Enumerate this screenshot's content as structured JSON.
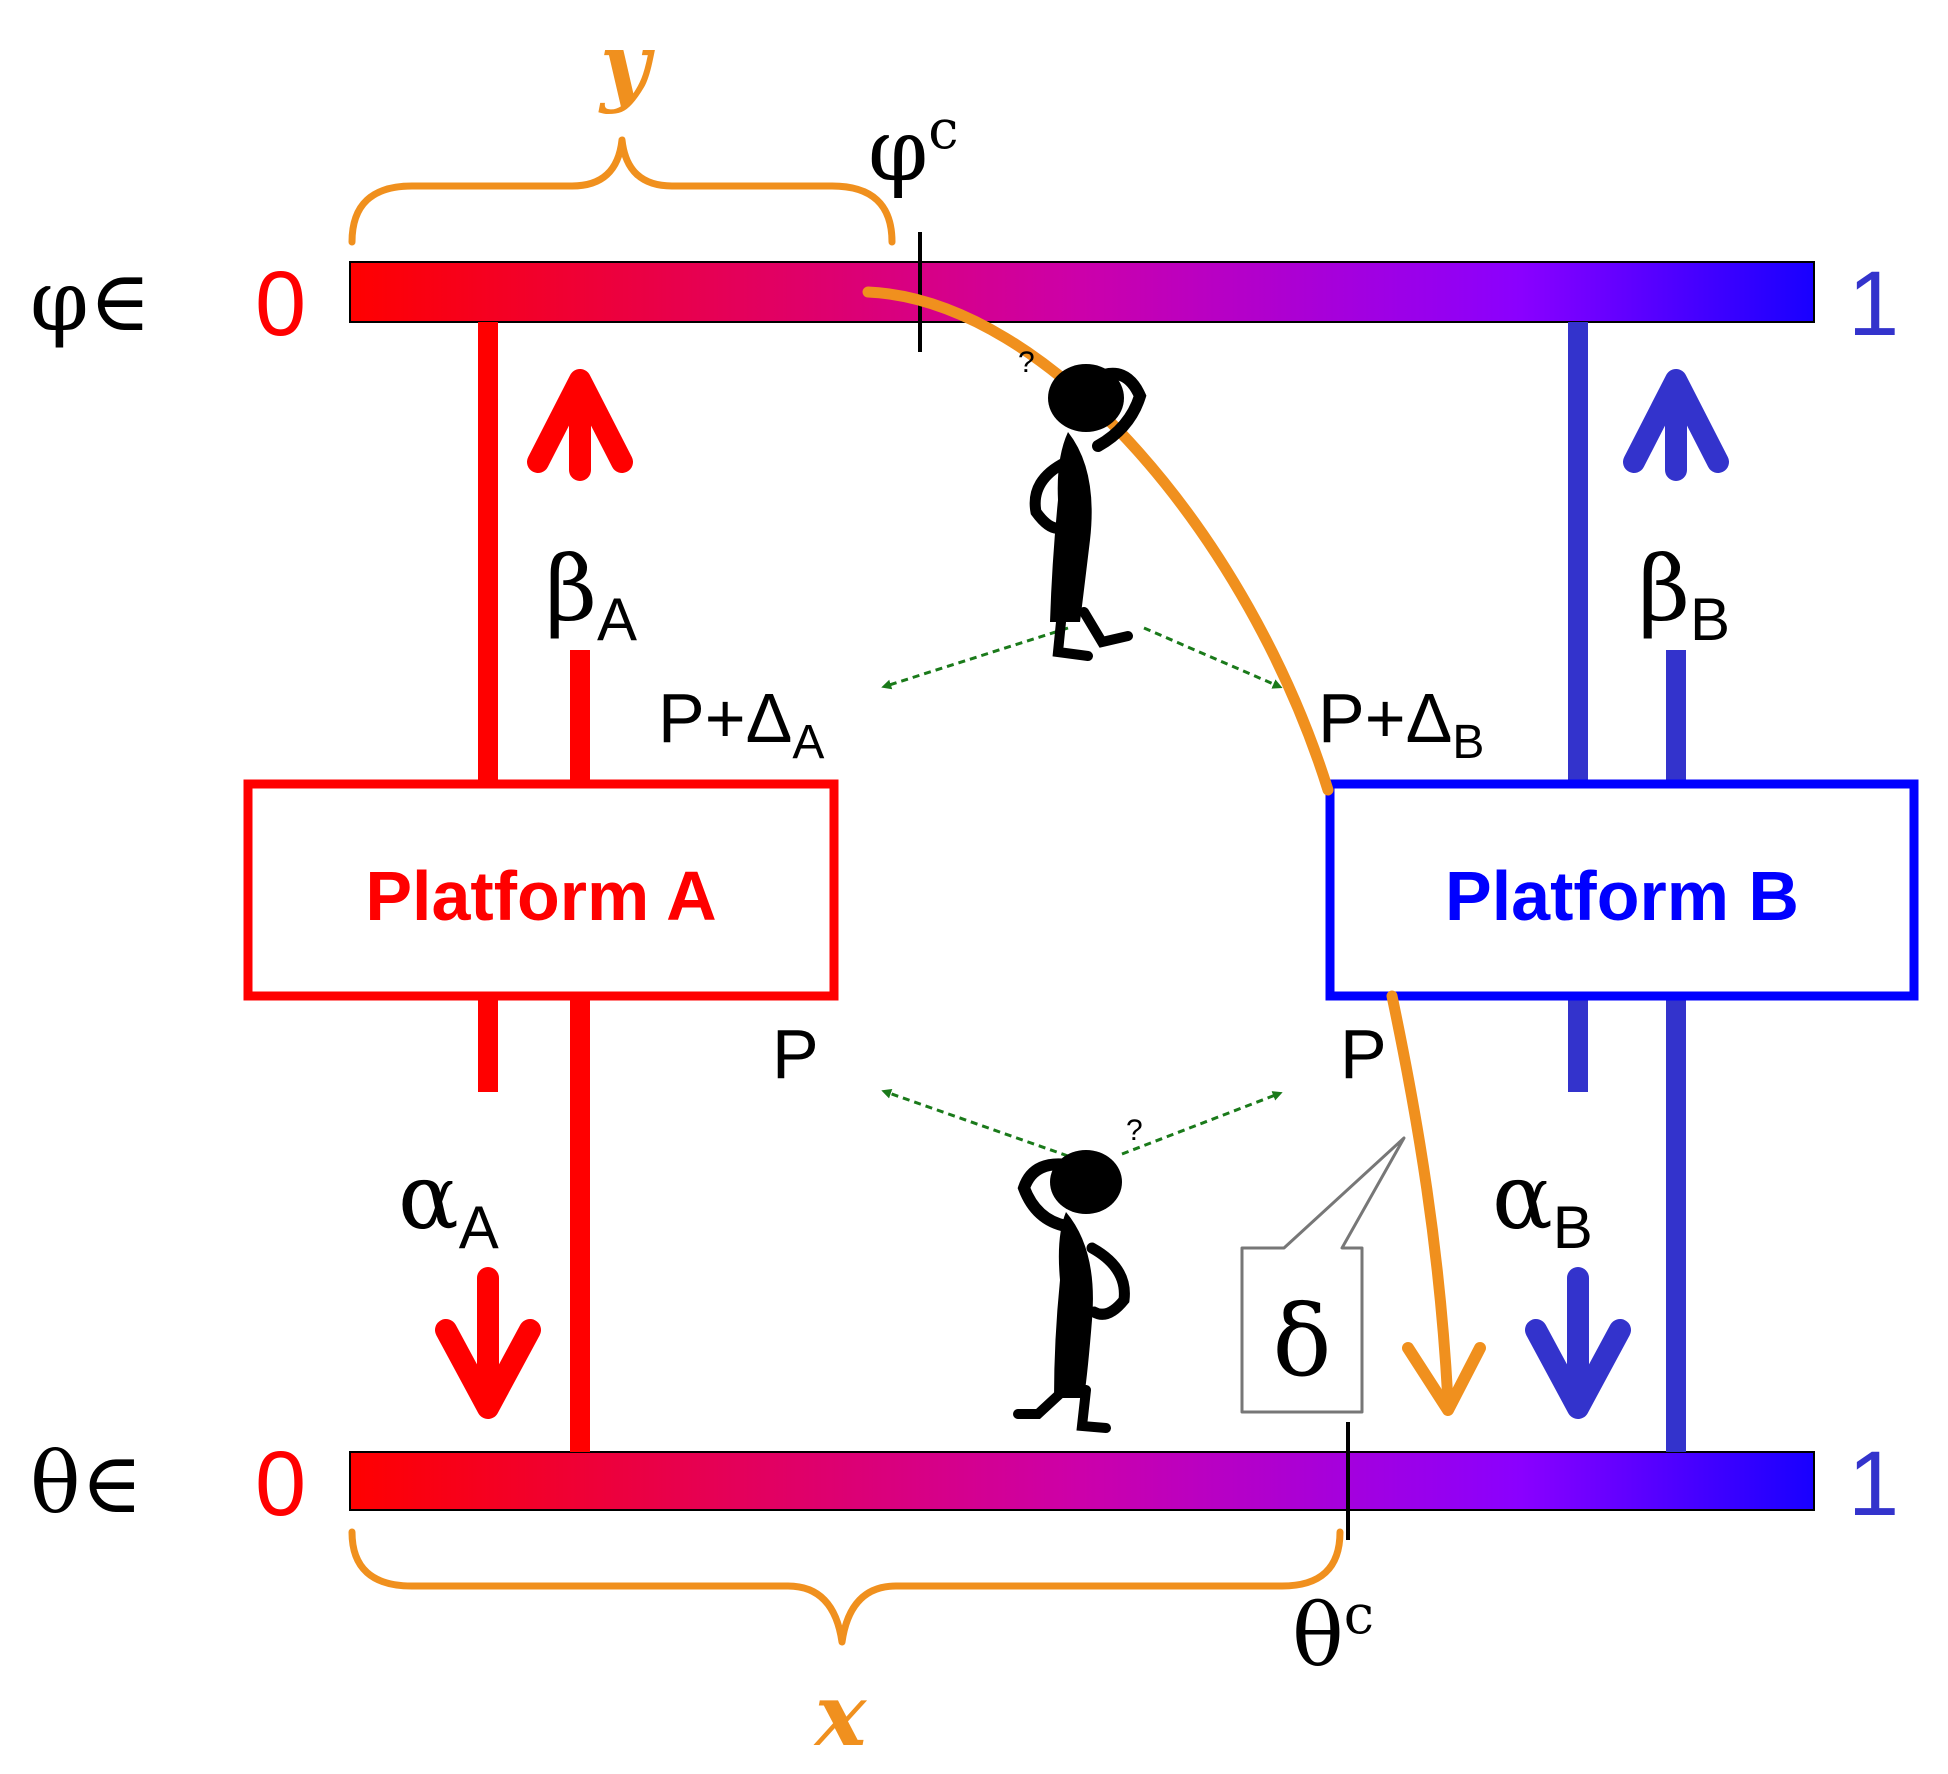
{
  "colors": {
    "red": "#ff0000",
    "blue": "#0000ff",
    "lineBlue": "#3333cc",
    "orange": "#f0901e",
    "green": "#1a7a1a",
    "gradientMid": "#cc00aa",
    "gradientBlue": "#1800ff"
  },
  "top_axis": {
    "symbol": "φ∈",
    "left_value": "0",
    "right_value": "1",
    "marker_label": "φ",
    "marker_superscript": "c"
  },
  "bottom_axis": {
    "symbol": "θ∈",
    "left_value": "0",
    "right_value": "1",
    "marker_label": "θ",
    "marker_superscript": "c"
  },
  "braces": {
    "top_label": "y",
    "bottom_label": "x"
  },
  "platform_a": {
    "title": "Platform A",
    "beta": "β",
    "beta_sub": "A",
    "alpha": "α",
    "alpha_sub": "A",
    "price_top": "P+Δ",
    "price_top_sub": "A",
    "price_bottom": "P"
  },
  "platform_b": {
    "title": "Platform B",
    "beta": "β",
    "beta_sub": "B",
    "alpha": "α",
    "alpha_sub": "B",
    "price_top": "P+Δ",
    "price_top_sub": "B",
    "price_bottom": "P"
  },
  "callout": {
    "label": "δ"
  },
  "figures": {
    "top_thought": "?",
    "bottom_thought": "?"
  }
}
